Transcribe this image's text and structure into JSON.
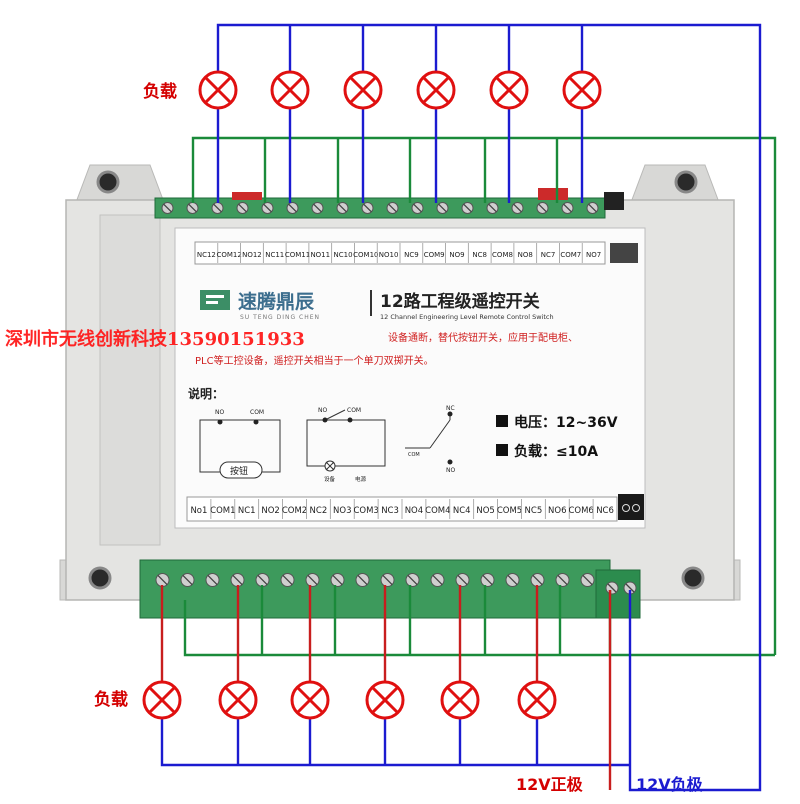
{
  "load_label_top": "负载",
  "load_label_bottom": "负载",
  "power_labels": {
    "positive": "12V正极",
    "negative": "12V负极"
  },
  "brand": {
    "name": "速腾鼎辰",
    "pinyin": "SU TENG DING CHEN",
    "product_title": "12路工程级遥控开关",
    "product_subtitle": "12 Channel Engineering Level Remote Control Switch"
  },
  "description": {
    "line1": "设备通断，替代按钮开关，应用于配电柜、",
    "line2": "PLC等工控设备，遥控开关相当于一个单刀双掷开关。"
  },
  "notes": {
    "title": "说明：",
    "button_label": "按钮",
    "fig_no": "NO",
    "fig_com": "COM",
    "fig_nc": "NC",
    "device_label": "设备",
    "power_label": "电源"
  },
  "specs": {
    "voltage": "电压：12~36V",
    "load": "负载：≤10A"
  },
  "watermark": "深圳市无线创新科技13590151933",
  "top_terminals": [
    "NC12",
    "COM12",
    "NO12",
    "NC11",
    "COM11",
    "NO11",
    "NC10",
    "COM10",
    "NO10",
    "NC9",
    "COM9",
    "NO9",
    "NC8",
    "COM8",
    "NO8",
    "NC7",
    "COM7",
    "NO7"
  ],
  "bottom_terminals": [
    "No1",
    "COM1",
    "NC1",
    "NO2",
    "COM2",
    "NC2",
    "NO3",
    "COM3",
    "NC3",
    "NO4",
    "COM4",
    "NC4",
    "NO5",
    "COM5",
    "NC5",
    "NO6",
    "COM6",
    "NC6"
  ],
  "colors": {
    "wire_blue": "#1b1bd0",
    "wire_green": "#1a8a3a",
    "wire_red": "#c81e1e",
    "lamp_red": "#e01010",
    "housing": "#e4e4e2",
    "terminal_green": "#2e8b57"
  }
}
